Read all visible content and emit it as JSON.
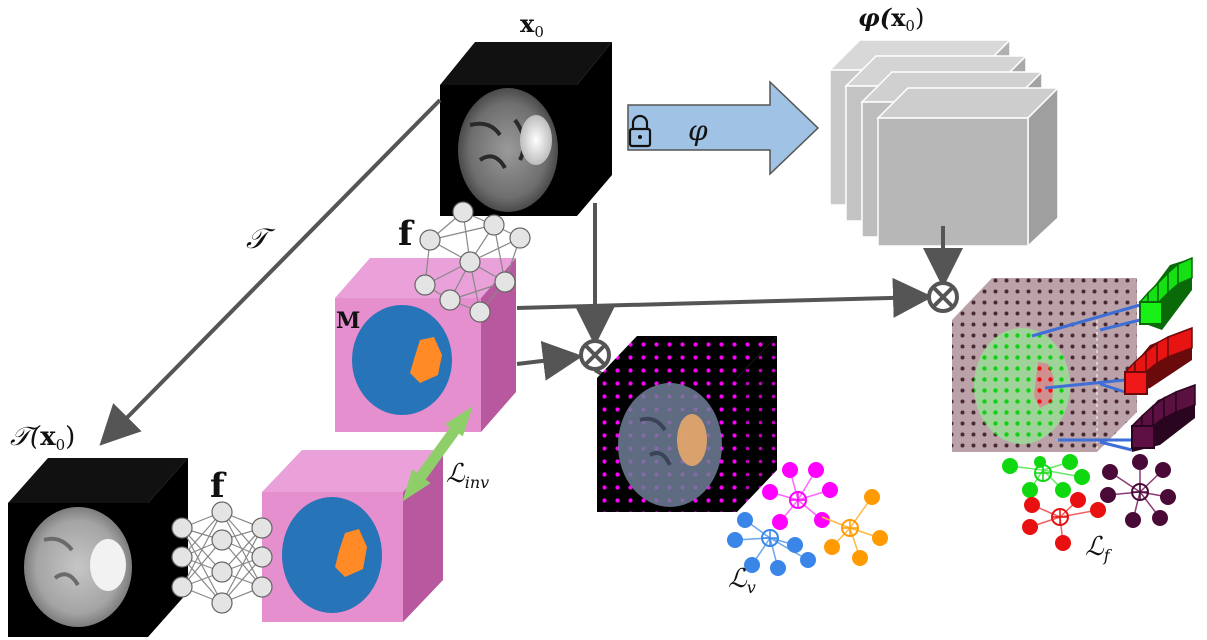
{
  "labels": {
    "x0": "x",
    "x0_sub": "0",
    "phi_x0_prefix": "φ(",
    "phi_x0_x": "x",
    "phi_x0_sub": "0",
    "phi_x0_suffix": ")",
    "phi": "φ",
    "T": "𝒯",
    "T_x0_prefix": "𝒯(",
    "T_x0_x": "x",
    "T_x0_sub": "0",
    "T_x0_suffix": ")",
    "f_top": "f",
    "f_bottom": "f",
    "M": "M",
    "L_inv": "ℒ",
    "L_inv_sub": "inv",
    "L_v": "ℒ",
    "L_v_sub": "v",
    "L_f": "ℒ",
    "L_f_sub": "f"
  },
  "icons": [
    "lock-icon",
    "otimes-icon",
    "brain-slice-icon",
    "neural-net-icon",
    "feature-vector-icon",
    "cluster-icon"
  ],
  "colors": {
    "mask_face": "#e58fcf",
    "mask_side": "#b8589e",
    "mask_top": "#eaa0d8",
    "brain_blue": "#2874b8",
    "tumor_orange": "#ff8a26",
    "arrow_blue": "#9fc2e5",
    "inv_green": "#8fcf6a",
    "cluster_magenta": "#ff00ff",
    "cluster_blue": "#3a86e8",
    "cluster_orange": "#ff9b00",
    "cluster_green": "#10d810",
    "cluster_red": "#e81010",
    "cluster_plum": "#4a0a38"
  }
}
